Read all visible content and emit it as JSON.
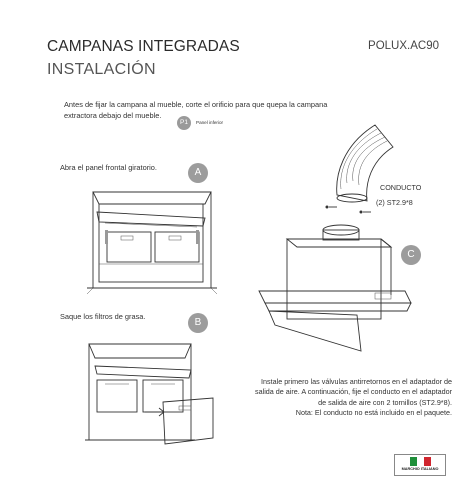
{
  "header": {
    "title": "CAMPANAS INTEGRADAS",
    "subtitle": "INSTALACIÓN",
    "model": "POLUX.AC90"
  },
  "intro": {
    "text": "Antes de fijar la campana al mueble, corte el orificio para que quepa la campana extractora debajo del mueble.",
    "part_badge": "P1",
    "part_label": "Panel inferior"
  },
  "steps": [
    {
      "badge": "A",
      "text": "Abra el panel frontal giratorio."
    },
    {
      "badge": "B",
      "text": "Saque los filtros de grasa."
    },
    {
      "badge": "C",
      "text": ""
    }
  ],
  "diagram_c": {
    "duct_label": "CONDUCTO",
    "screws_label": "(2) ST2.9*8"
  },
  "instructions": {
    "line1": "Instale primero las válvulas antirretornos en el adaptador de",
    "line2": "salida de aire. A continuación, fije el conducto en el adaptador",
    "line3": "de salida de aire con 2 tornillos (ST2.9*8).",
    "line4": "Nota: El conducto no está incluido en el paquete."
  },
  "footer": {
    "brand_text": "MARCHIO ITALIANO",
    "flag_colors": [
      "#1f8f3a",
      "#ffffff",
      "#d0262f"
    ]
  }
}
